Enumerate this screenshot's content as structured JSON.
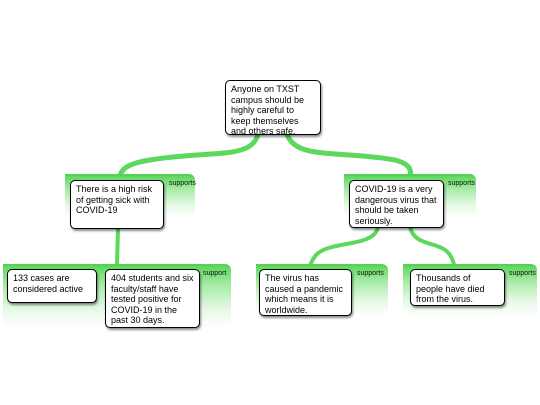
{
  "claim": {
    "text": "Anyone on TXST campus should be highly careful to keep themselves and others safe."
  },
  "support_label": "supports",
  "support_label_alt": "support",
  "reason_left": {
    "text": "There is a high risk of getting sick with COVID-19",
    "evidence_a": "133 cases are considered active",
    "evidence_b": "404 students and six faculty/staff have tested positive for COVID-19 in the past 30 days."
  },
  "reason_right": {
    "text": "COVID-19 is a very dangerous virus that should be taken seriously.",
    "evidence_a": "The virus has caused a pandemic which means it is worldwide.",
    "evidence_b": "Thousands of people have died from the virus."
  },
  "colors": {
    "connector": "#5cd85c",
    "region_top": "#5cd85c",
    "node_border": "#000000"
  }
}
